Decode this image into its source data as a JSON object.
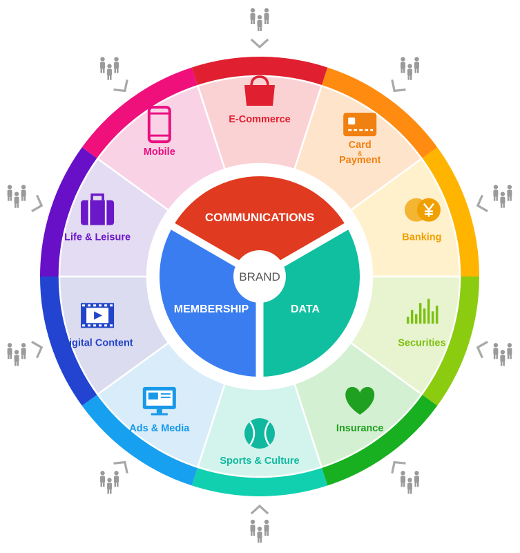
{
  "center": {
    "label": "BRAND",
    "segments": [
      {
        "label": "COMMUNICATIONS",
        "color": "#e03a20"
      },
      {
        "label": "DATA",
        "color": "#10bfa0"
      },
      {
        "label": "MEMBERSHIP",
        "color": "#3a7df0"
      }
    ]
  },
  "sectors": [
    {
      "label": "E-Commerce",
      "icon": "shopping-bag-icon",
      "ring": "#e02030",
      "fill": "#fbd2d4",
      "text": "#e02030"
    },
    {
      "label": "Card\n&\nPayment",
      "icon": "credit-card-icon",
      "ring": "#ff8c10",
      "fill": "#ffe4cc",
      "text": "#f08010"
    },
    {
      "label": "Banking",
      "icon": "yen-coin-icon",
      "ring": "#ffb400",
      "fill": "#fff1cc",
      "text": "#f0a000"
    },
    {
      "label": "Securities",
      "icon": "bar-chart-icon",
      "ring": "#8ccc10",
      "fill": "#e8f4d0",
      "text": "#7cc010"
    },
    {
      "label": "Insurance",
      "icon": "heart-icon",
      "ring": "#18b020",
      "fill": "#d4f0d2",
      "text": "#20a020"
    },
    {
      "label": "Sports & Culture",
      "icon": "baseball-icon",
      "ring": "#10d0b0",
      "fill": "#d2f4ec",
      "text": "#10b8a0"
    },
    {
      "label": "Ads & Media",
      "icon": "monitor-icon",
      "ring": "#18a0f0",
      "fill": "#d8ecfa",
      "text": "#1898e8"
    },
    {
      "label": "Digital Content",
      "icon": "film-strip-icon",
      "ring": "#2244d0",
      "fill": "#dcdcf0",
      "text": "#2244c8"
    },
    {
      "label": "Life & Leisure",
      "icon": "suitcase-icon",
      "ring": "#6810c8",
      "fill": "#e4dcf2",
      "text": "#6a18c8"
    },
    {
      "label": "Mobile",
      "icon": "smartphone-icon",
      "ring": "#f0107c",
      "fill": "#fad2e6",
      "text": "#e81080"
    }
  ],
  "people_icon": "people-group-icon",
  "arrow_icon": "chevron-arrow-icon",
  "colors": {
    "people": "#9a9a9a",
    "hub_bg": "#ffffff"
  }
}
